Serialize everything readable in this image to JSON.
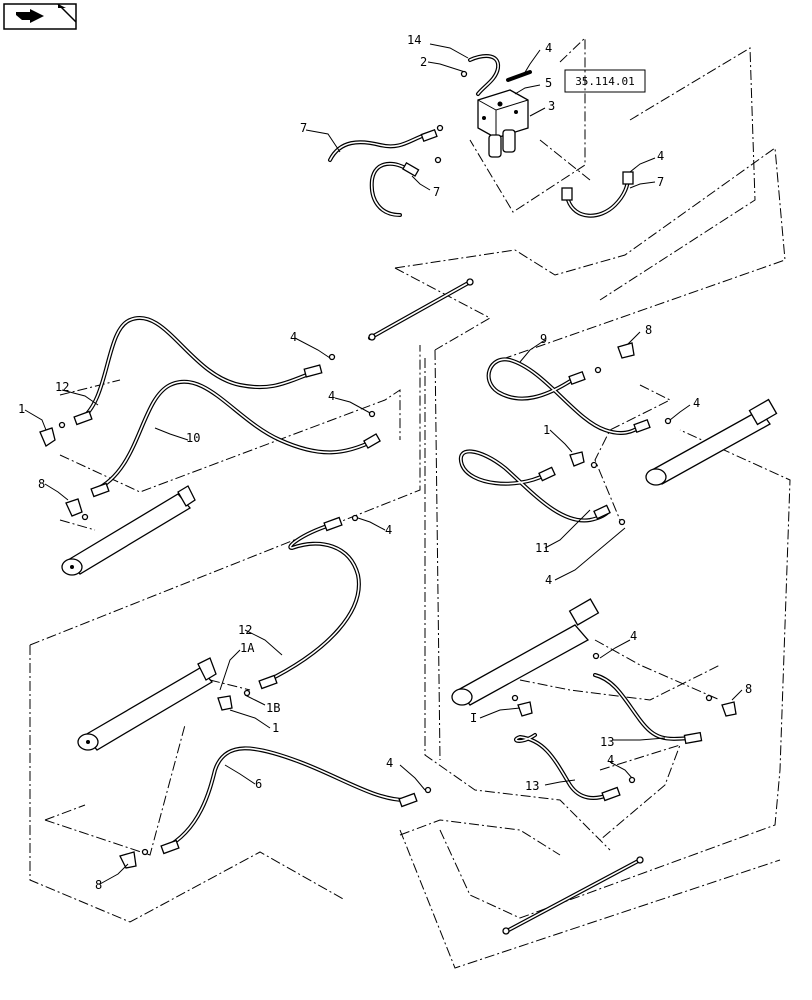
{
  "nav": {
    "icon": "next-arrow-icon"
  },
  "reference_box": "35.114.01",
  "callouts": {
    "c14": "14",
    "c2": "2",
    "c4a": "4",
    "c5": "5",
    "c3": "3",
    "c7a": "7",
    "c7b": "7",
    "c4b": "4",
    "c7c": "7",
    "c8a": "8",
    "c9": "9",
    "c4c": "4",
    "c4d": "4",
    "c12a": "12",
    "c1a": "1",
    "c10": "10",
    "c4e": "4",
    "c8b": "8",
    "c1b": "1",
    "c11": "11",
    "c4f": "4",
    "c4g": "4",
    "c12b": "12",
    "c1A": "1A",
    "c1B": "1B",
    "c1c": "1",
    "c4h": "4",
    "c8c": "8",
    "c1d": "I",
    "c13a": "13",
    "c13b": "13",
    "c4i": "4",
    "c6": "6",
    "c4j": "4",
    "c8d": "8"
  },
  "colors": {
    "line": "#000000",
    "background": "#ffffff"
  }
}
